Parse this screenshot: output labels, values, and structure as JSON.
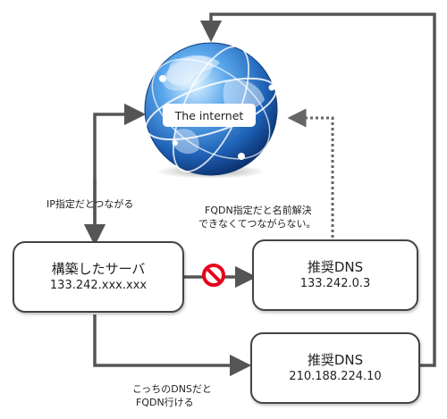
{
  "internet": {
    "label": "The internet"
  },
  "server": {
    "title": "構築したサーバ",
    "ip": "133.242.xxx.xxx"
  },
  "dns1": {
    "title": "推奨DNS",
    "ip": "133.242.0.3"
  },
  "dns2": {
    "title": "推奨DNS",
    "ip": "210.188.224.10"
  },
  "notes": {
    "ip_ok": "IP指定だとつながる",
    "fqdn_ng_line1": "FQDN指定だと名前解決",
    "fqdn_ng_line2": "できなくてつながらない。",
    "dns2_ok_line1": "こっちのDNSだと",
    "dns2_ok_line2": "FQDN行ける"
  },
  "icons": {
    "globe": "globe-icon",
    "blocked": "no-entry-icon"
  },
  "colors": {
    "arrow": "#555555",
    "blocked": "#e8001c",
    "globe_blue": "#2a6fc4"
  }
}
